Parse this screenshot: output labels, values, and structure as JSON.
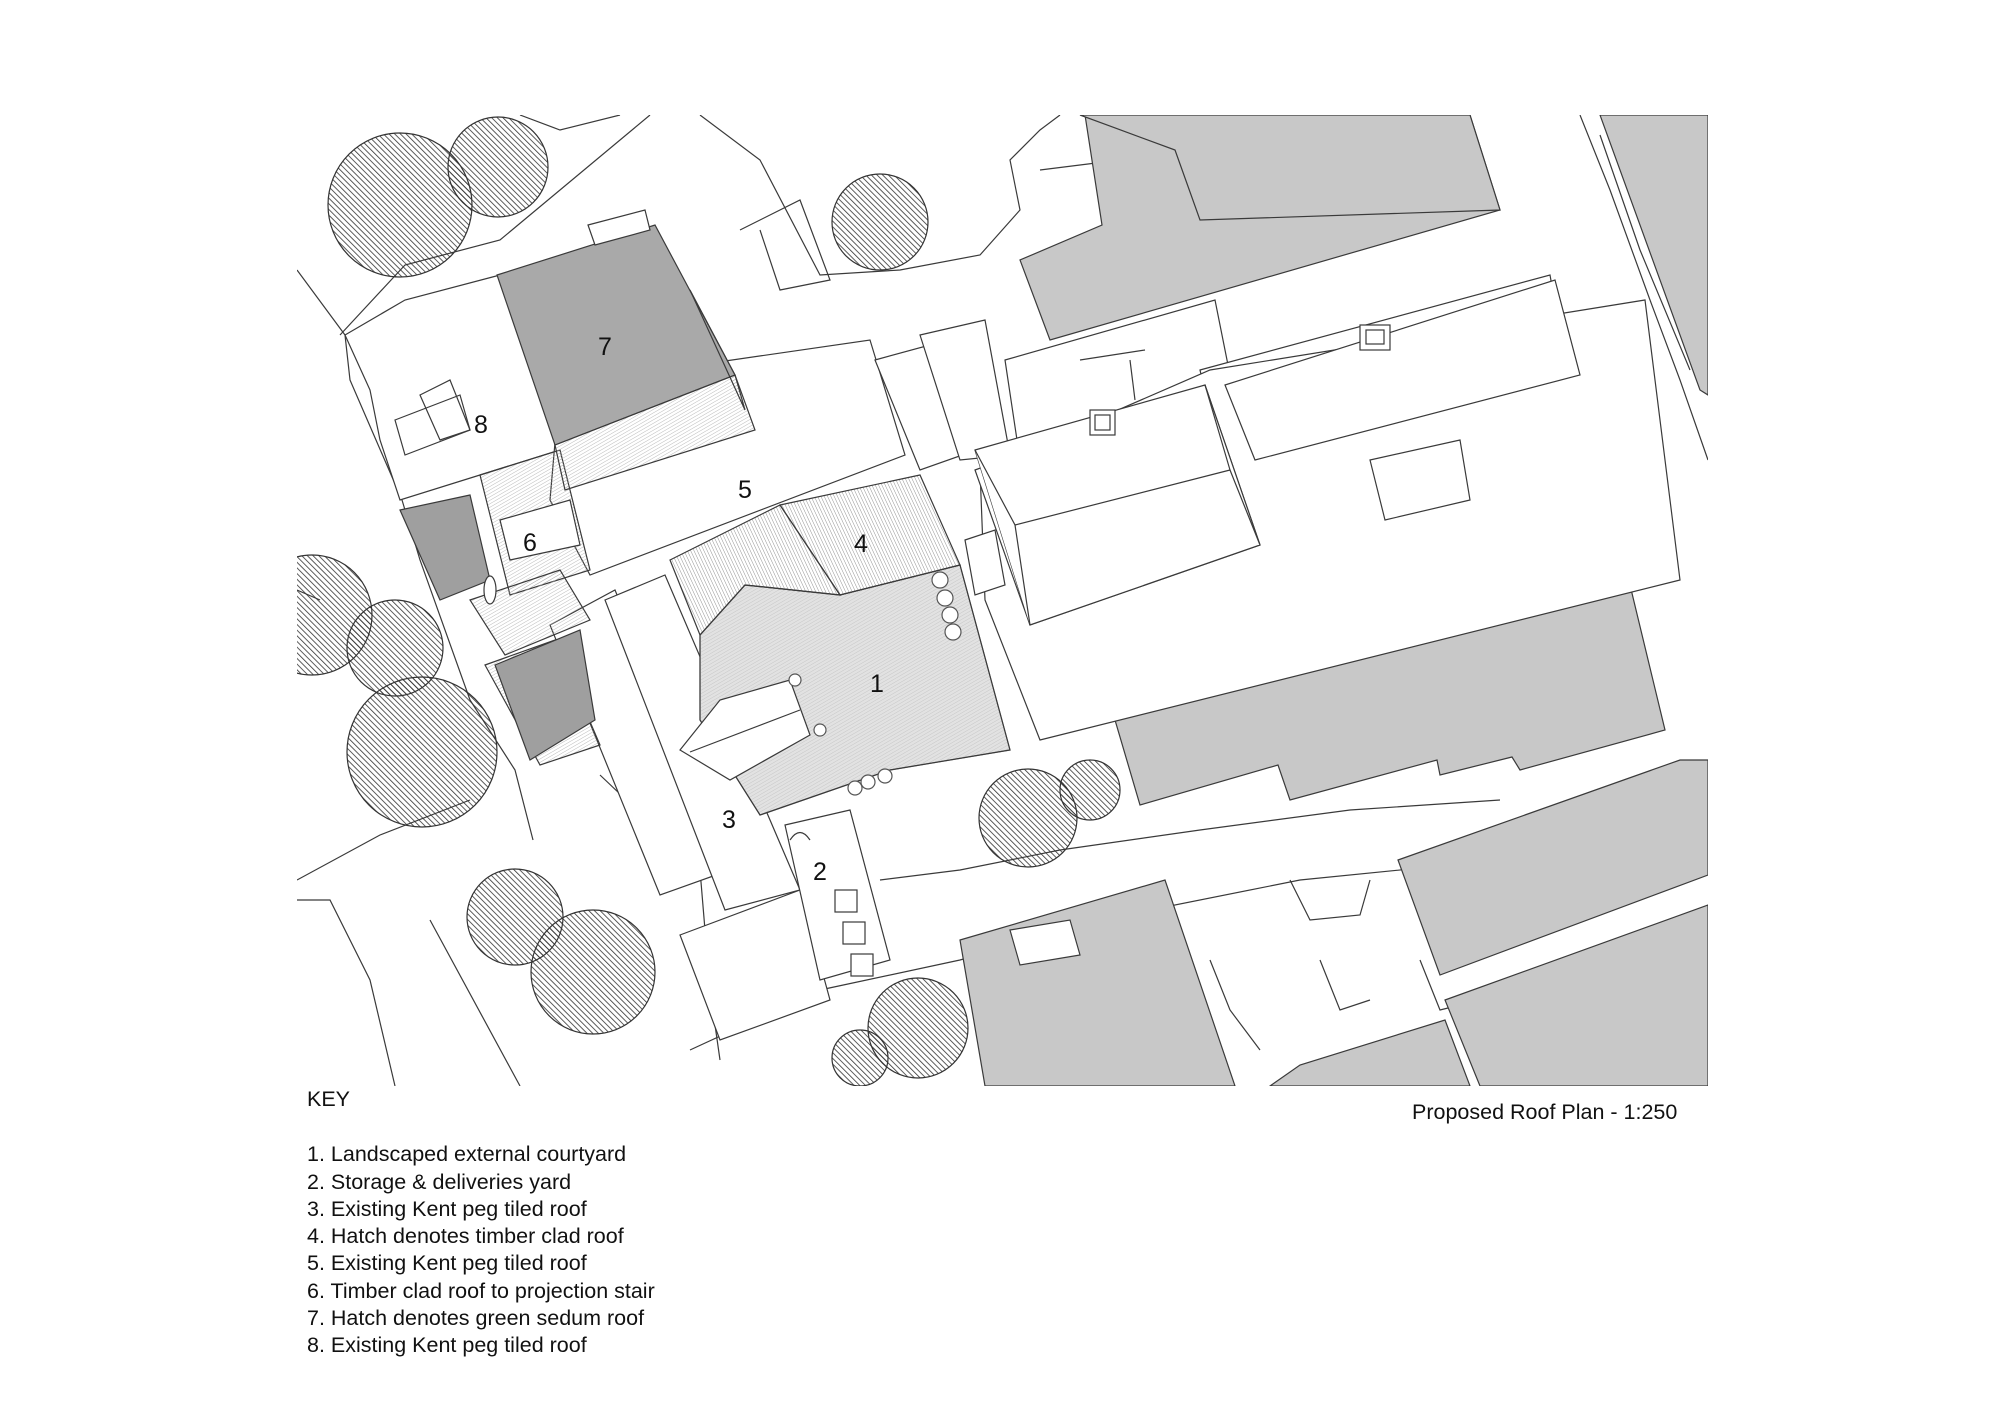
{
  "plan": {
    "title": "Proposed Roof Plan - 1:250",
    "area_labels": [
      {
        "id": "1",
        "text": "1"
      },
      {
        "id": "2",
        "text": "2"
      },
      {
        "id": "3",
        "text": "3"
      },
      {
        "id": "4",
        "text": "4"
      },
      {
        "id": "5",
        "text": "5"
      },
      {
        "id": "6",
        "text": "6"
      },
      {
        "id": "7",
        "text": "7"
      },
      {
        "id": "8",
        "text": "8"
      }
    ]
  },
  "key": {
    "title": "KEY",
    "items": [
      "1. Landscaped external courtyard",
      "2. Storage & deliveries yard",
      "3. Existing Kent peg tiled roof",
      "4. Hatch denotes timber clad roof",
      "5. Existing Kent peg tiled roof",
      "6. Timber clad roof to projection stair",
      "7. Hatch denotes green sedum roof",
      "8. Existing Kent peg tiled roof"
    ]
  },
  "colors": {
    "neighbour_roof": "#c8c8c8",
    "sedum_roof": "#a9a9a9",
    "dark_roof": "#9f9f9f",
    "courtyard": "#e2e2e2",
    "line": "#3a3a3a"
  }
}
